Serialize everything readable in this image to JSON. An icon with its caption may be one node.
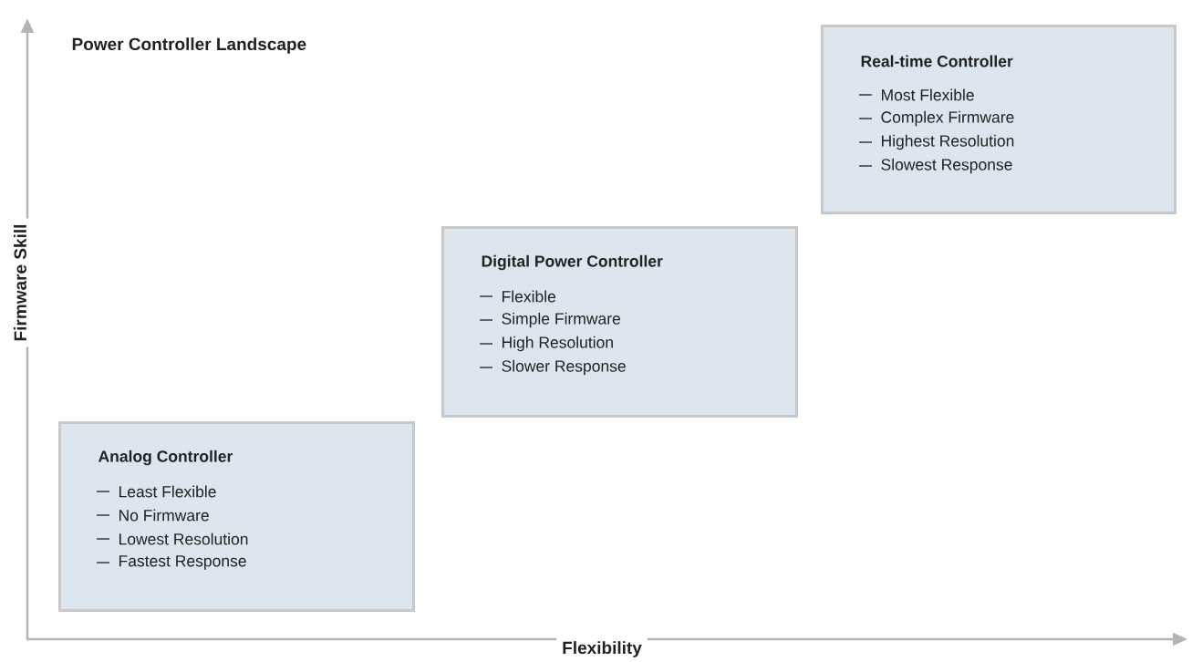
{
  "diagram": {
    "title": "Power Controller Landscape",
    "nodes": [
      {
        "text": [
          "Analog Controller",
          "Least Flexible",
          "No Firmware",
          "Lowest Resolution",
          "Fastest Response"
        ]
      },
      {
        "text": [
          "Digital Power Controller",
          "Flexible",
          "Simple Firmware",
          "High Resolution",
          "Slower Response"
        ]
      },
      {
        "text": [
          "Real-time Controller",
          "Most Flexible",
          "Complex Firmware",
          "Highest Resolution",
          "Slowest Response"
        ]
      }
    ],
    "labels": [
      "Firmware Skill",
      "Flexibility"
    ]
  }
}
